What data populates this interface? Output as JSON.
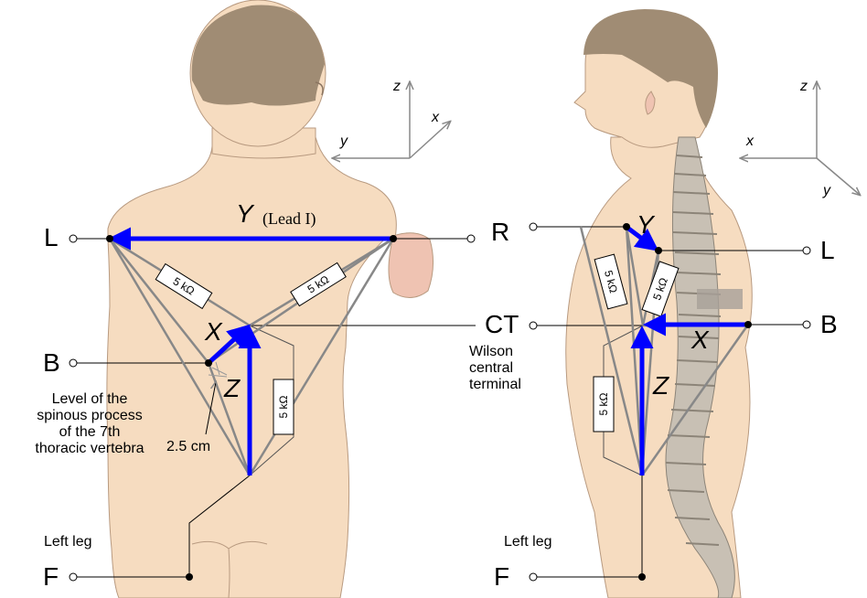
{
  "colors": {
    "skin": "#f6dcc0",
    "skin_edge": "#b89a80",
    "hair": "#a08c74",
    "shoulder_cap": "#efc3b2",
    "vector_blue": "#0000ff",
    "wire_gray": "#888888",
    "spine_gray": "#b0a89c"
  },
  "back_view": {
    "electrodes": {
      "L": "L",
      "B": "B",
      "F": "F"
    },
    "vector_y": "Y",
    "vector_y_note": "(Lead I)",
    "vector_x": "X",
    "vector_z": "Z",
    "resistors": [
      "5 kΩ",
      "5 kΩ",
      "5 kΩ"
    ],
    "level_note": [
      "Level of the",
      "spinous process",
      "of the 7th",
      "thoracic vertebra"
    ],
    "distance": "2.5 cm",
    "left_leg": "Left leg",
    "axes": {
      "z": "z",
      "x": "x",
      "y": "y"
    }
  },
  "side_view": {
    "electrodes": {
      "R": "R",
      "L": "L",
      "CT": "CT",
      "B": "B",
      "F": "F"
    },
    "wilson": [
      "Wilson",
      "central",
      "terminal"
    ],
    "vector_y": "Y",
    "vector_x": "X",
    "vector_z": "Z",
    "resistors": [
      "5 kΩ",
      "5 kΩ",
      "5 kΩ"
    ],
    "left_leg": "Left leg",
    "axes": {
      "z": "z",
      "x": "x",
      "y": "y"
    }
  }
}
